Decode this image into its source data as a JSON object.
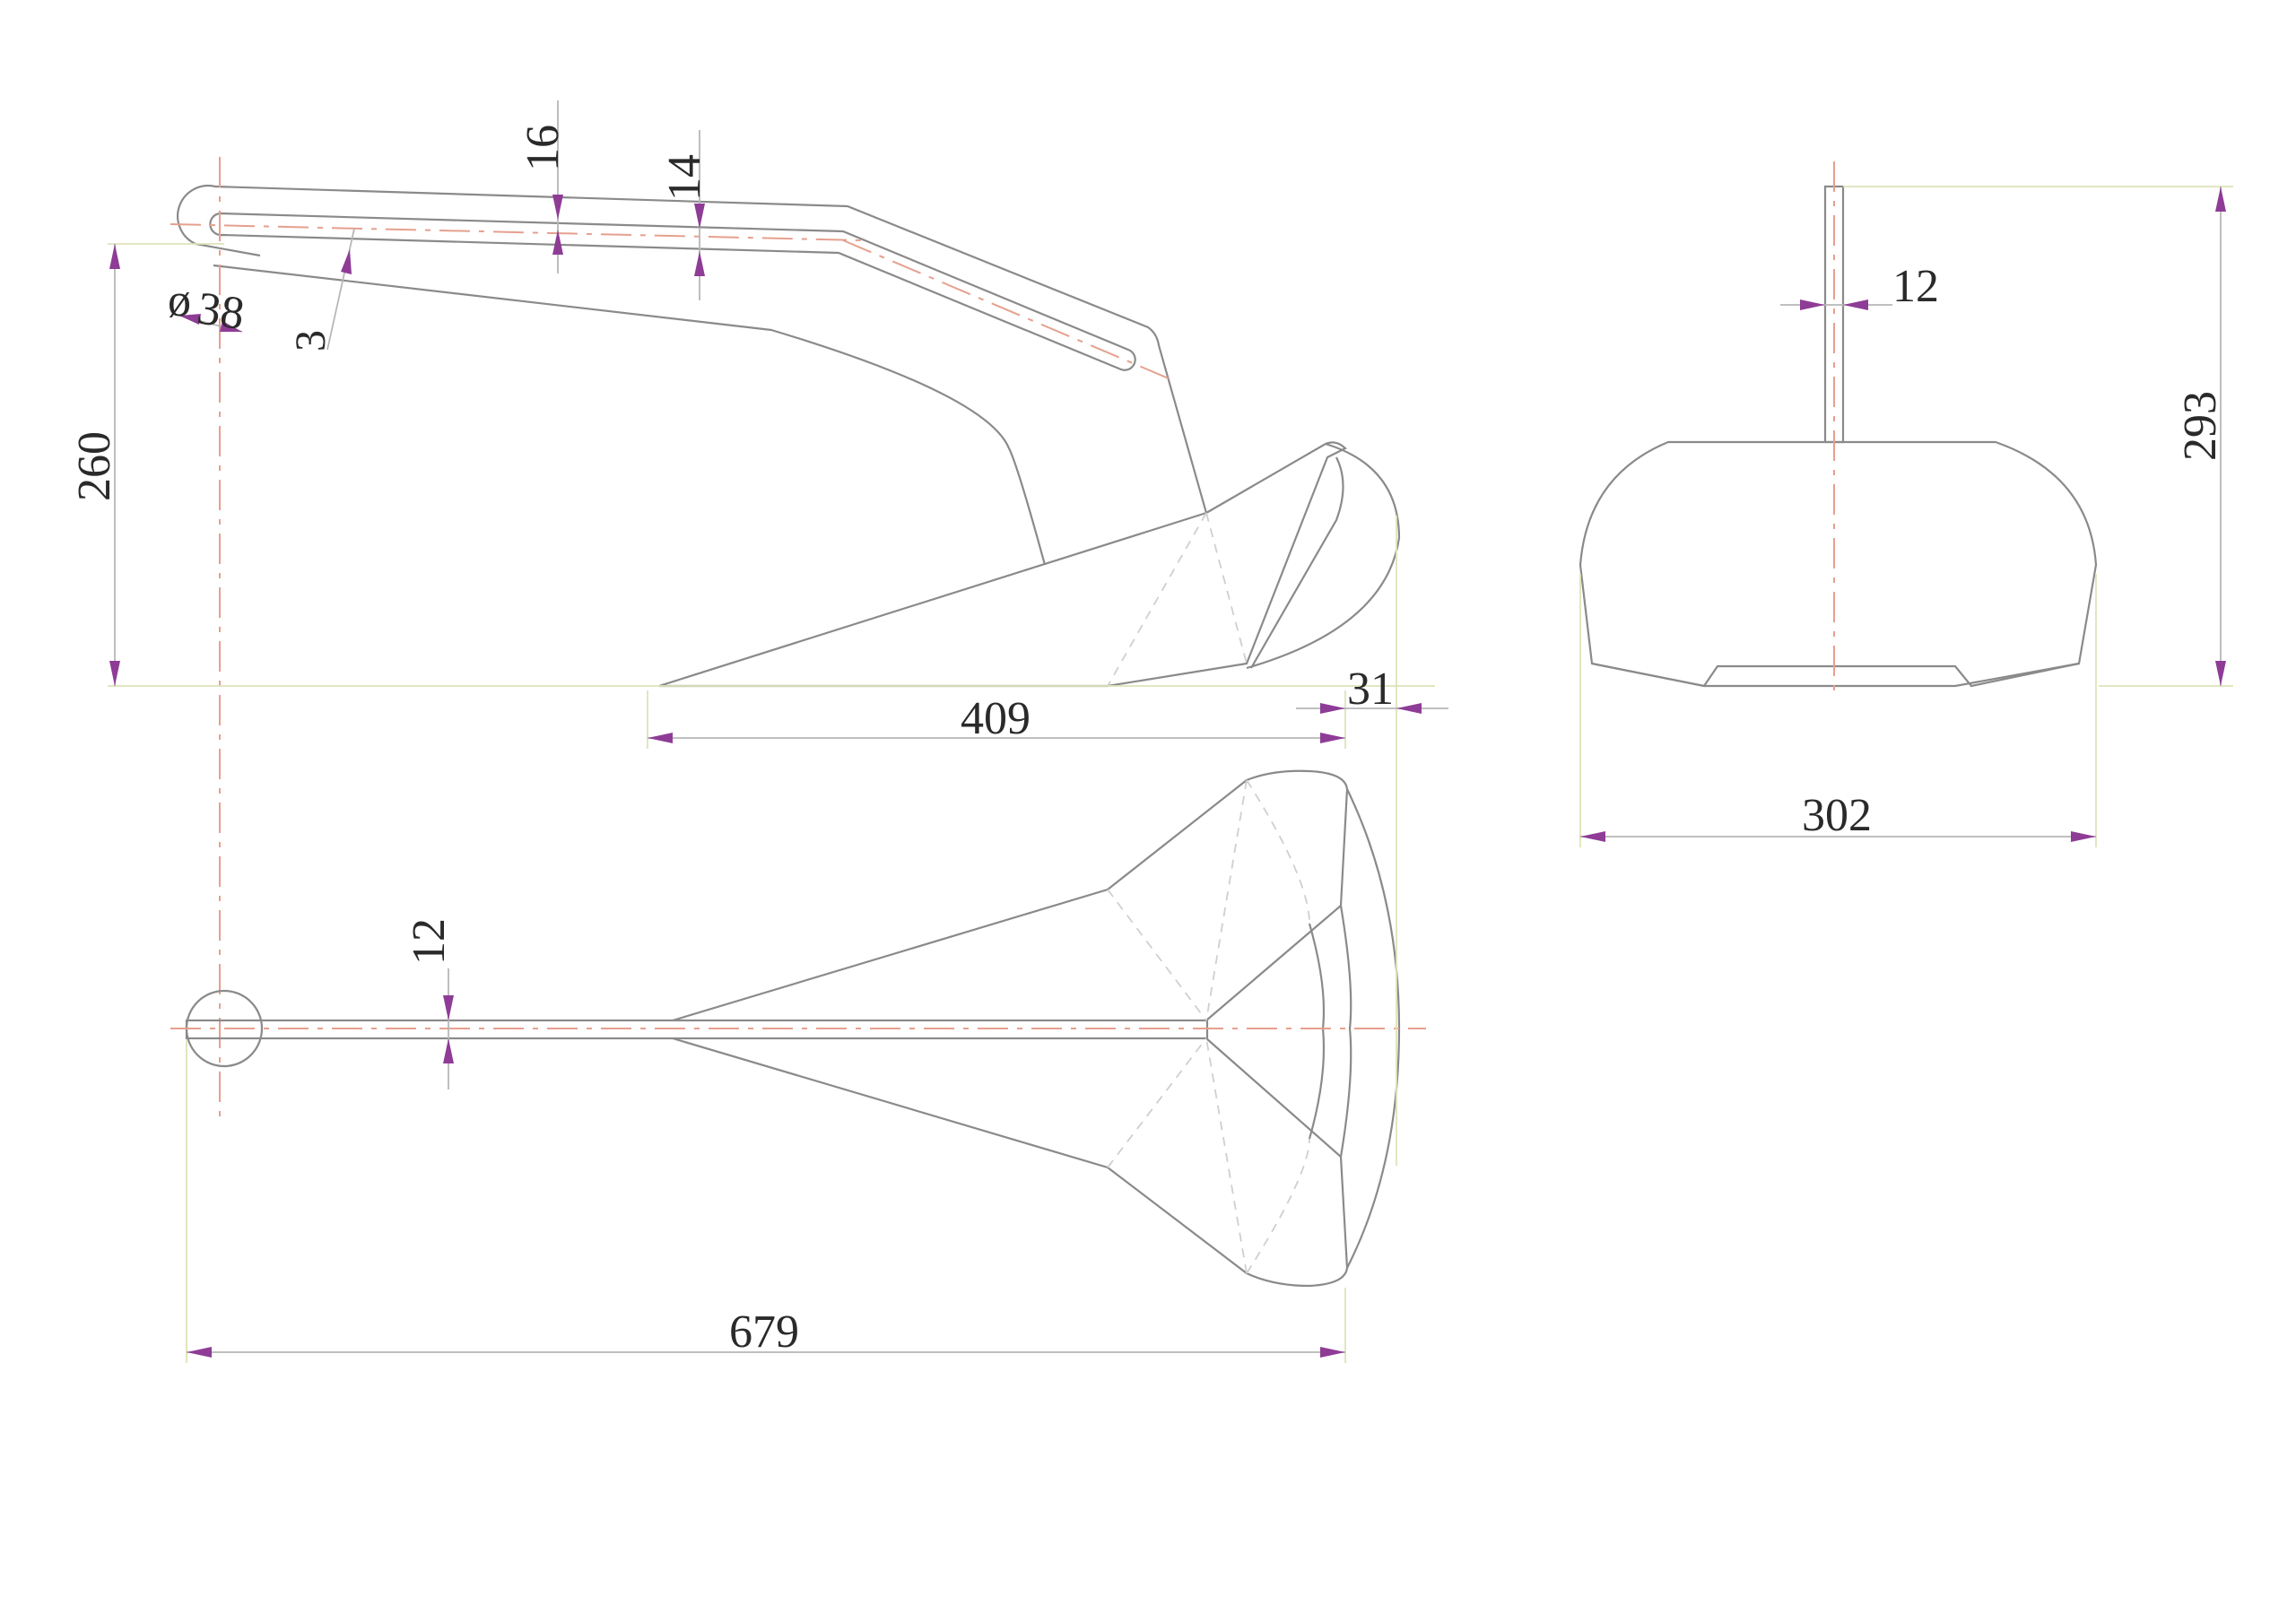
{
  "drawing": {
    "dimensions": {
      "dim_16": "16",
      "dim_14": "14",
      "dim_dia38": "38",
      "dia_symbol": "ø",
      "dim_3": "3",
      "dim_260": "260",
      "dim_409": "409",
      "dim_31": "31",
      "dim_12_top": "12",
      "dim_12_front": "12",
      "dim_293": "293",
      "dim_302": "302",
      "dim_679": "679"
    },
    "colors": {
      "object_line": "#8a8a8a",
      "center_line": "#e6a08e",
      "extension_line": "#dfe3b8",
      "dimension_arrow": "#8e3c96"
    }
  }
}
